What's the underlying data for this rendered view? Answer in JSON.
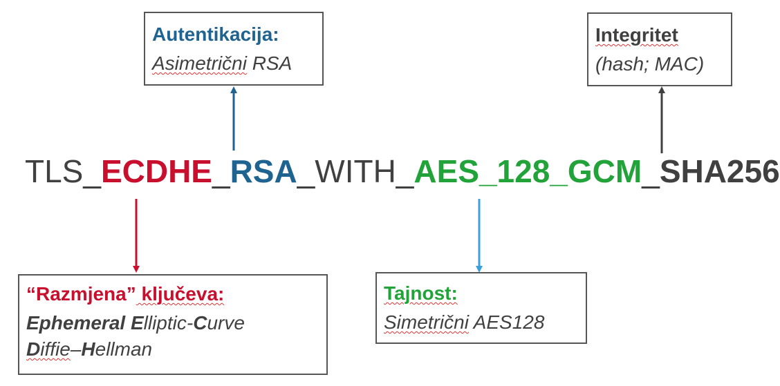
{
  "colors": {
    "red": "#c8102e",
    "blue": "#1f6391",
    "green": "#22a33a",
    "gray": "#404040",
    "lightblue": "#3aa0dc"
  },
  "suite": {
    "p1": "TLS_",
    "p2": "ECDHE",
    "p3": "_",
    "p4": "RSA",
    "p5": "_WITH_",
    "p6": "AES_128_GCM",
    "p7": "_",
    "p8": "SHA256"
  },
  "auth": {
    "title": "Autentikacija:",
    "sub_a": "Asimetrični",
    "sub_b": " RSA"
  },
  "integrity": {
    "title": "Integritet",
    "sub": "(hash; MAC)"
  },
  "exchange": {
    "title_a": "“Razmjena”",
    "title_b": " ključeva:",
    "line1_a": "Ephemeral",
    "line1_b": " ",
    "line1_c": "E",
    "line1_d": "lliptic-",
    "line1_e": "C",
    "line1_f": "urve",
    "line2_a": "D",
    "line2_b": "iffie",
    "line2_c": "–",
    "line2_d": "H",
    "line2_e": "ellman"
  },
  "secrecy": {
    "title": "Tajnost:",
    "sub_a": "Simetrični",
    "sub_b": " AES128"
  }
}
